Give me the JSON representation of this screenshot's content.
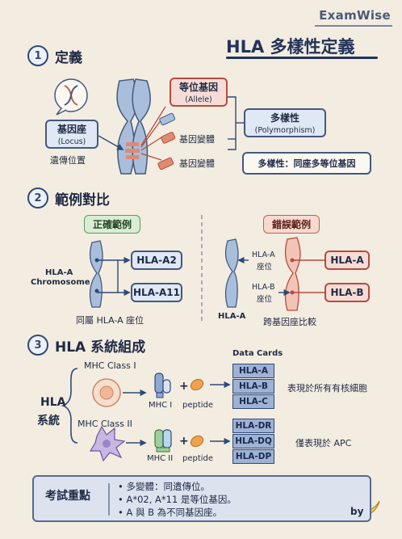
{
  "brand": "ExamWise",
  "title": "HLA 多樣性定義",
  "section1": {
    "num": "1",
    "heading": "定義",
    "locus": {
      "label": "基因座",
      "sub": "(Locus)",
      "caption": "遺傳位置"
    },
    "allele": {
      "label": "等位基因",
      "sub": "(Allele)"
    },
    "variant1": "基因變體",
    "variant2": "基因變體",
    "polymorphism": {
      "label": "多樣性",
      "sub": "(Polymorphism)"
    },
    "polymorphism_def": "多樣性：同座多等位基因"
  },
  "section2": {
    "num": "2",
    "heading": "範例對比",
    "correct": {
      "tag": "正確範例",
      "chrom_label_line1": "HLA-A",
      "chrom_label_line2": "Chromosome",
      "box1": "HLA-A2",
      "box2": "HLA-A11",
      "caption": "同屬 HLA-A 座位"
    },
    "wrong": {
      "tag": "錯誤範例",
      "locus_a_line1": "HLA-A",
      "locus_a_line2": "座位",
      "locus_b_line1": "HLA-B",
      "locus_b_line2": "座位",
      "box1": "HLA-A",
      "box2": "HLA-B",
      "chrom_caption": "HLA-A",
      "caption": "跨基因座比較"
    }
  },
  "section3": {
    "num": "3",
    "heading": "HLA 系統組成",
    "side_label_line1": "HLA",
    "side_label_line2": "系統",
    "data_cards_title": "Data Cards",
    "class1": {
      "label": "MHC Class I",
      "mhc": "MHC I",
      "plus": "+",
      "peptide": "peptide",
      "cards": [
        "HLA-A",
        "HLA-B",
        "HLA-C"
      ],
      "desc": "表現於所有有核細胞"
    },
    "class2": {
      "label": "MHC Class II",
      "mhc": "MHC II",
      "plus": "+",
      "peptide": "peptide",
      "cards": [
        "HLA-DR",
        "HLA-DQ",
        "HLA-DP"
      ],
      "desc": "僅表現於 APC"
    }
  },
  "exam": {
    "label": "考試重點",
    "points": [
      "多變體：同遺傳位。",
      "A*02, A*11 是等位基因。",
      "A 與 B 為不同基因座。"
    ]
  },
  "footer": {
    "by": "by"
  },
  "colors": {
    "navy": "#22335a",
    "red_accent": "#b54d3d",
    "green_accent": "#5e9a58",
    "card_blue": "#9fb2d3"
  }
}
